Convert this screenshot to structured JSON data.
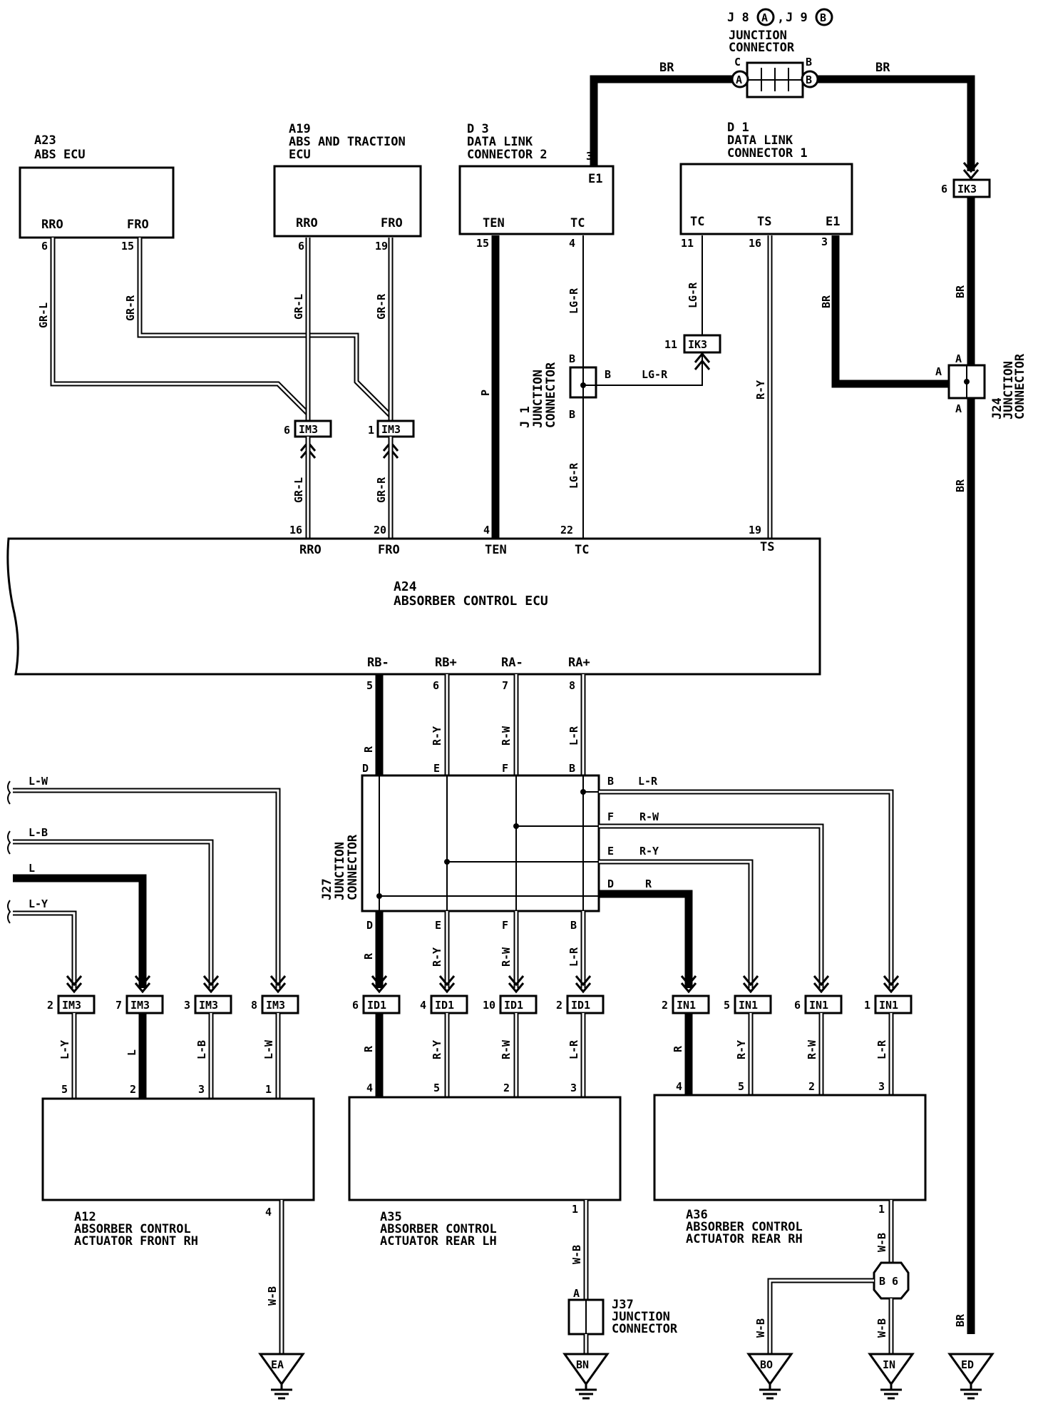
{
  "components": {
    "a23": {
      "id": "A23",
      "name": "ABS ECU",
      "pins": [
        "RRO",
        "FRO"
      ]
    },
    "a19": {
      "id": "A19",
      "name1": "ABS AND TRACTION",
      "name2": "ECU",
      "pins": [
        "RRO",
        "FRO"
      ]
    },
    "d3": {
      "id": "D 3",
      "name1": "DATA LINK",
      "name2": "CONNECTOR 2",
      "pins": [
        "TEN",
        "TC",
        "E1"
      ]
    },
    "d1": {
      "id": "D 1",
      "name1": "DATA LINK",
      "name2": "CONNECTOR 1",
      "pins": [
        "TC",
        "TS",
        "E1"
      ]
    },
    "j8j9": {
      "id_a": "J 8",
      "tag_a": "A",
      "id_b": "J 9",
      "tag_b": "B",
      "name1": "JUNCTION",
      "name2": "CONNECTOR"
    },
    "j1": {
      "name1": "J 1",
      "name2": "JUNCTION",
      "name3": "CONNECTOR"
    },
    "j24": {
      "name1": "J24",
      "name2": "JUNCTION",
      "name3": "CONNECTOR"
    },
    "j27": {
      "name1": "J27",
      "name2": "JUNCTION",
      "name3": "CONNECTOR"
    },
    "j37": {
      "name1": "J37",
      "name2": "JUNCTION",
      "name3": "CONNECTOR"
    },
    "a24": {
      "id": "A24",
      "name": "ABSORBER CONTROL ECU",
      "top_pins": [
        "RRO",
        "FRO",
        "TEN",
        "TC",
        "TS"
      ],
      "bottom_pins": [
        "RB-",
        "RB+",
        "RA-",
        "RA+"
      ]
    },
    "a12": {
      "id": "A12",
      "name1": "ABSORBER CONTROL",
      "name2": "ACTUATOR FRONT RH"
    },
    "a35": {
      "id": "A35",
      "name1": "ABSORBER CONTROL",
      "name2": "ACTUATOR REAR LH"
    },
    "a36": {
      "id": "A36",
      "name1": "ABSORBER CONTROL",
      "name2": "ACTUATOR REAR RH"
    }
  },
  "inline_connectors": {
    "im3": "IM3",
    "ik3": "IK3",
    "id1": "ID1",
    "in1": "IN1"
  },
  "splice": "B 6",
  "grounds": [
    "EA",
    "BN",
    "BO",
    "IN",
    "ED"
  ],
  "wire_colors": {
    "grl": "GR-L",
    "grr": "GR-R",
    "p": "P",
    "lgr": "LG-R",
    "ry": "R-Y",
    "br": "BR",
    "r": "R",
    "rw": "R-W",
    "lr": "L-R",
    "lw": "L-W",
    "lb": "L-B",
    "l": "L",
    "ly": "L-Y",
    "wb": "W-B"
  },
  "pin_numbers": {
    "a23_rro": "6",
    "a23_fro": "15",
    "a19_rro": "6",
    "a19_fro": "19",
    "d3_ten": "15",
    "d3_tc": "4",
    "d3_e1": "3",
    "d1_tc": "11",
    "d1_ts": "16",
    "d1_e1": "3",
    "im3_6": "6",
    "im3_1": "1",
    "ik3_11": "11",
    "ik3_6": "6",
    "a24_rro": "16",
    "a24_fro": "20",
    "a24_ten": "4",
    "a24_tc": "22",
    "a24_ts": "19",
    "a24_rbm": "5",
    "a24_rbp": "6",
    "a24_ram": "7",
    "a24_rap": "8",
    "im3_2": "2",
    "im3_7": "7",
    "im3_3": "3",
    "im3_8": "8",
    "id1_6": "6",
    "id1_4": "4",
    "id1_10": "10",
    "id1_2": "2",
    "in1_2": "2",
    "in1_5": "5",
    "in1_6": "6",
    "in1_1": "1",
    "a12_5": "5",
    "a12_2": "2",
    "a12_3": "3",
    "a12_1": "1",
    "a12_4": "4",
    "a35_4": "4",
    "a35_5": "5",
    "a35_2": "2",
    "a35_3": "3",
    "a35_1": "1",
    "a36_4": "4",
    "a36_5": "5",
    "a36_2": "2",
    "a36_3": "3",
    "a36_1": "1"
  },
  "terminal_letters": {
    "a": "A",
    "b": "B",
    "c": "C",
    "d": "D",
    "e": "E",
    "f": "F"
  }
}
